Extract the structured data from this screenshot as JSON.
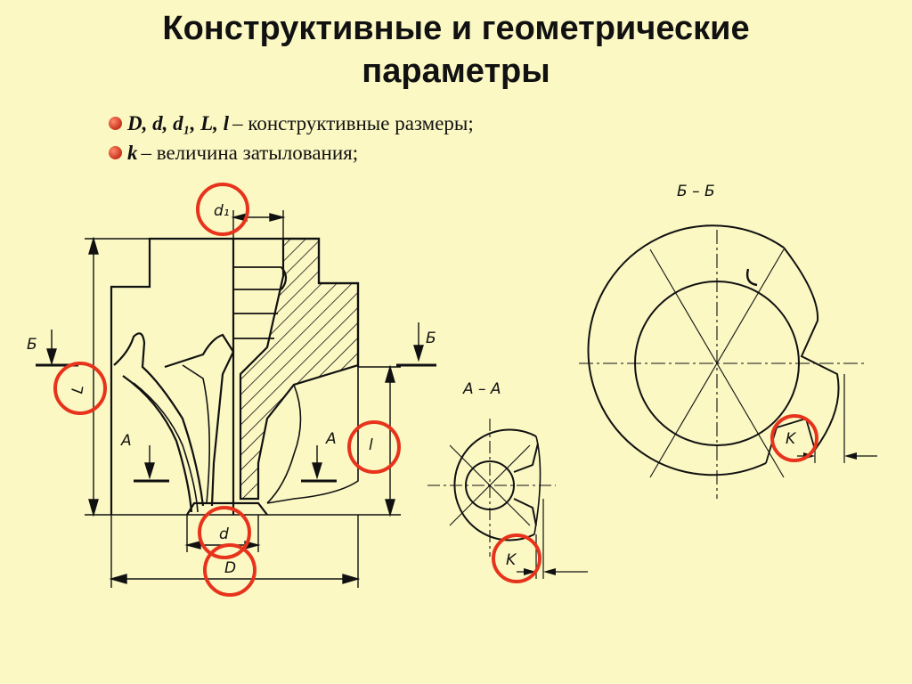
{
  "slide": {
    "title_line1": "Конструктивные и геометрические",
    "title_line2": "параметры",
    "bullets": [
      {
        "symbols": "D, d, d₁, L, l",
        "text": "– конструктивные размеры;"
      },
      {
        "symbols": "k",
        "text": "– величина затылования;"
      }
    ]
  },
  "labels": {
    "d1": "d₁",
    "L": "L",
    "l": "l",
    "d": "d",
    "D": "D",
    "k1": "K",
    "k2": "K",
    "section_aa": "А – А",
    "section_bb": "Б – Б",
    "arrow_b_left": "Б",
    "arrow_b_right": "Б",
    "arrow_a_left": "А",
    "arrow_a_right": "А"
  },
  "colors": {
    "background": "#fbf8c4",
    "highlight": "#e8331c",
    "ink": "#111111"
  }
}
